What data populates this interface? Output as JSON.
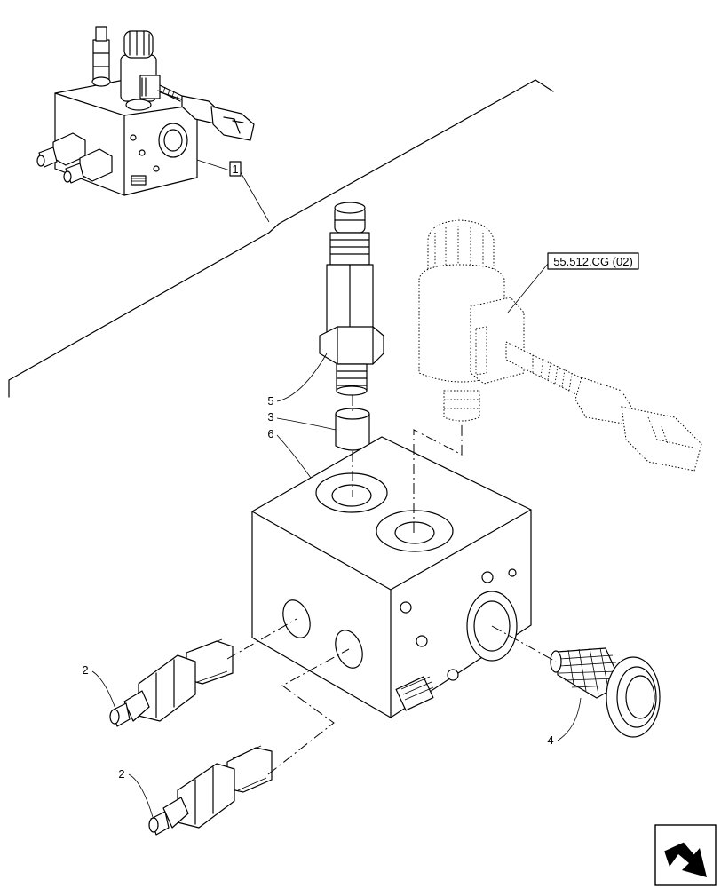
{
  "callouts": {
    "item_1": "1",
    "item_2a": "2",
    "item_2b": "2",
    "item_3": "3",
    "item_4": "4",
    "item_5": "5",
    "item_6": "6"
  },
  "reference": "55.512.CG (02)",
  "icons": {
    "nav": "back-arrow-icon"
  }
}
